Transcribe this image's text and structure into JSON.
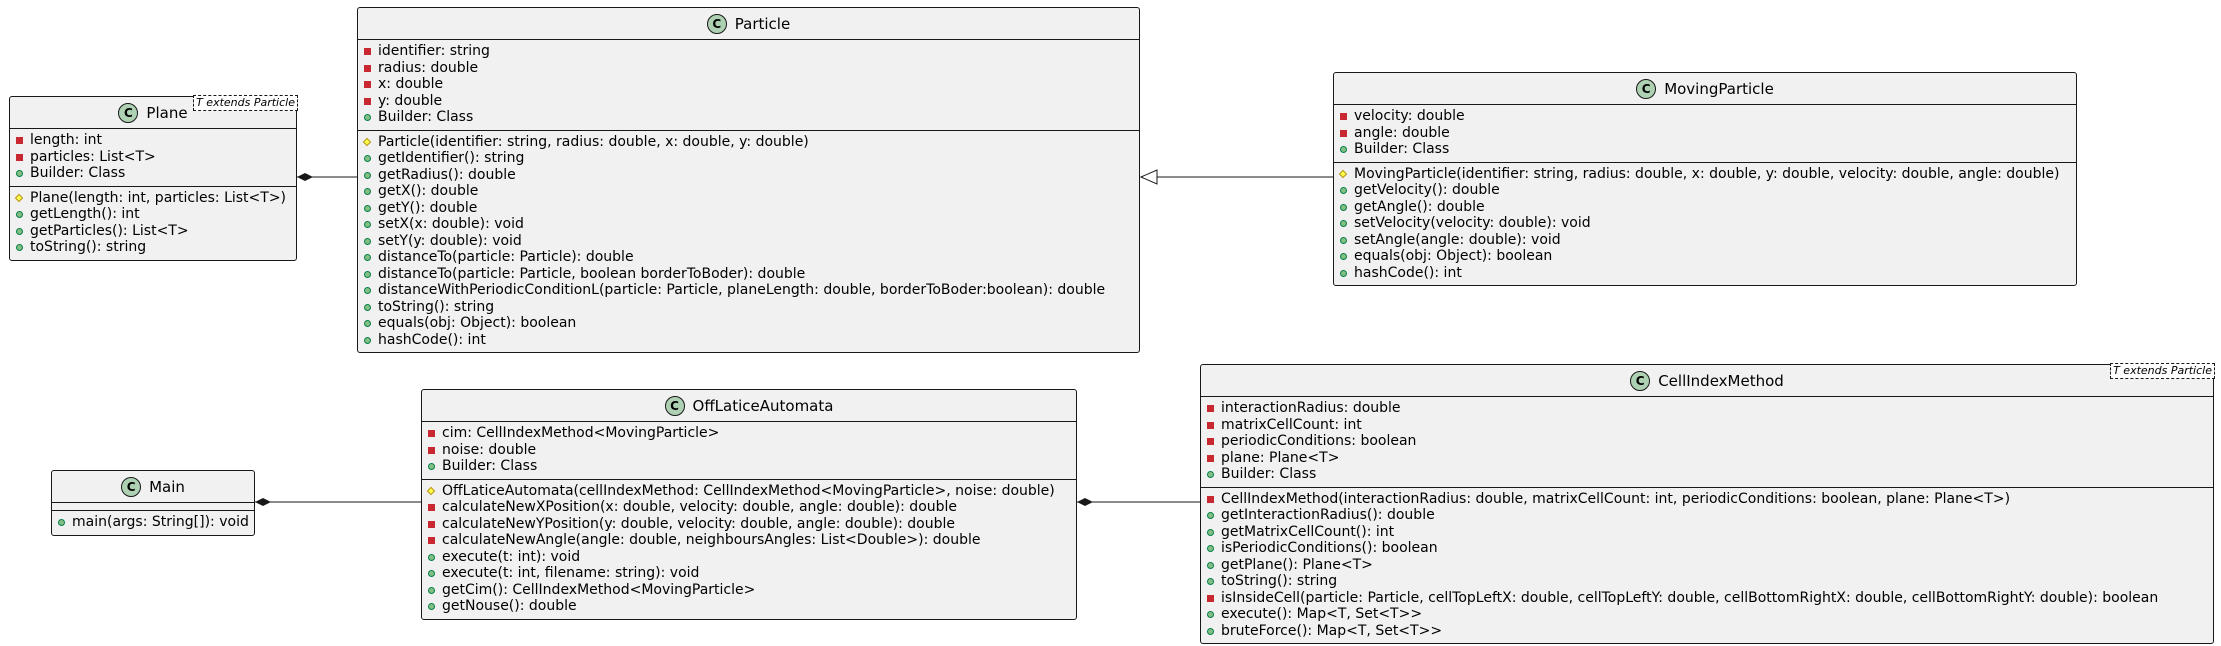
{
  "classes": {
    "plane": {
      "name": "Plane",
      "type_param": "T extends Particle",
      "fields": [
        {
          "vis": "private",
          "text": "length: int"
        },
        {
          "vis": "private",
          "text": "particles: List<T>"
        },
        {
          "vis": "public",
          "text": "Builder: Class"
        }
      ],
      "methods": [
        {
          "vis": "protected",
          "text": "Plane(length: int, particles: List<T>)"
        },
        {
          "vis": "public",
          "text": "getLength(): int"
        },
        {
          "vis": "public",
          "text": "getParticles(): List<T>"
        },
        {
          "vis": "public",
          "text": "toString(): string"
        }
      ]
    },
    "particle": {
      "name": "Particle",
      "fields": [
        {
          "vis": "private",
          "text": "identifier: string"
        },
        {
          "vis": "private",
          "text": "radius: double"
        },
        {
          "vis": "private",
          "text": "x: double"
        },
        {
          "vis": "private",
          "text": "y: double"
        },
        {
          "vis": "public",
          "text": "Builder: Class"
        }
      ],
      "methods": [
        {
          "vis": "protected",
          "text": "Particle(identifier: string, radius: double, x: double, y: double)"
        },
        {
          "vis": "public",
          "text": "getIdentifier(): string"
        },
        {
          "vis": "public",
          "text": "getRadius(): double"
        },
        {
          "vis": "public",
          "text": "getX(): double"
        },
        {
          "vis": "public",
          "text": "getY(): double"
        },
        {
          "vis": "public",
          "text": "setX(x: double): void"
        },
        {
          "vis": "public",
          "text": "setY(y: double): void"
        },
        {
          "vis": "public",
          "text": "distanceTo(particle: Particle): double"
        },
        {
          "vis": "public",
          "text": "distanceTo(particle: Particle, boolean borderToBoder): double"
        },
        {
          "vis": "public",
          "text": "distanceWithPeriodicConditionL(particle: Particle, planeLength: double, borderToBoder:boolean): double"
        },
        {
          "vis": "public",
          "text": "toString(): string"
        },
        {
          "vis": "public",
          "text": "equals(obj: Object): boolean"
        },
        {
          "vis": "public",
          "text": "hashCode(): int"
        }
      ]
    },
    "moving_particle": {
      "name": "MovingParticle",
      "fields": [
        {
          "vis": "private",
          "text": "velocity: double"
        },
        {
          "vis": "private",
          "text": "angle: double"
        },
        {
          "vis": "public",
          "text": "Builder: Class"
        }
      ],
      "methods": [
        {
          "vis": "protected",
          "text": "MovingParticle(identifier: string, radius: double, x: double, y: double, velocity: double, angle: double)"
        },
        {
          "vis": "public",
          "text": "getVelocity(): double"
        },
        {
          "vis": "public",
          "text": "getAngle(): double"
        },
        {
          "vis": "public",
          "text": "setVelocity(velocity: double): void"
        },
        {
          "vis": "public",
          "text": "setAngle(angle: double): void"
        },
        {
          "vis": "public",
          "text": "equals(obj: Object): boolean"
        },
        {
          "vis": "public",
          "text": "hashCode(): int"
        }
      ]
    },
    "main": {
      "name": "Main",
      "fields": [],
      "methods": [
        {
          "vis": "public",
          "text": "main(args: String[]): void"
        }
      ]
    },
    "off_latice_automata": {
      "name": "OffLaticeAutomata",
      "fields": [
        {
          "vis": "private",
          "text": "cim: CellIndexMethod<MovingParticle>"
        },
        {
          "vis": "private",
          "text": "noise: double"
        },
        {
          "vis": "public",
          "text": "Builder: Class"
        }
      ],
      "methods": [
        {
          "vis": "protected",
          "text": "OffLaticeAutomata(cellIndexMethod: CellIndexMethod<MovingParticle>, noise: double)"
        },
        {
          "vis": "private",
          "text": "calculateNewXPosition(x: double, velocity: double, angle: double): double"
        },
        {
          "vis": "private",
          "text": "calculateNewYPosition(y: double, velocity: double, angle: double): double"
        },
        {
          "vis": "private",
          "text": "calculateNewAngle(angle: double, neighboursAngles: List<Double>): double"
        },
        {
          "vis": "public",
          "text": "execute(t: int): void"
        },
        {
          "vis": "public",
          "text": "execute(t: int, filename: string): void"
        },
        {
          "vis": "public",
          "text": "getCim(): CellIndexMethod<MovingParticle>"
        },
        {
          "vis": "public",
          "text": "getNouse(): double"
        }
      ]
    },
    "cell_index_method": {
      "name": "CellIndexMethod",
      "type_param": "T extends Particle",
      "fields": [
        {
          "vis": "private",
          "text": "interactionRadius: double"
        },
        {
          "vis": "private",
          "text": "matrixCellCount: int"
        },
        {
          "vis": "private",
          "text": "periodicConditions: boolean"
        },
        {
          "vis": "private",
          "text": "plane: Plane<T>"
        },
        {
          "vis": "public",
          "text": "Builder: Class"
        }
      ],
      "methods": [
        {
          "vis": "private",
          "text": "CellIndexMethod(interactionRadius: double, matrixCellCount: int, periodicConditions: boolean, plane: Plane<T>)"
        },
        {
          "vis": "public",
          "text": "getInteractionRadius(): double"
        },
        {
          "vis": "public",
          "text": "getMatrixCellCount(): int"
        },
        {
          "vis": "public",
          "text": "isPeriodicConditions(): boolean"
        },
        {
          "vis": "public",
          "text": "getPlane(): Plane<T>"
        },
        {
          "vis": "public",
          "text": "toString(): string"
        },
        {
          "vis": "private",
          "text": "isInsideCell(particle: Particle, cellTopLeftX: double, cellTopLeftY: double, cellBottomRightX: double, cellBottomRightY: double): boolean"
        },
        {
          "vis": "public",
          "text": "execute(): Map<T, Set<T>>"
        },
        {
          "vis": "public",
          "text": "bruteForce(): Map<T, Set<T>>"
        }
      ]
    }
  },
  "class_badge_letter": "C",
  "colors": {
    "class_fill": "#f1f1f1",
    "border": "#181818",
    "badge": "#add1b2",
    "private": "#c82930",
    "public": "#84be84",
    "protected": "#ffff44"
  }
}
